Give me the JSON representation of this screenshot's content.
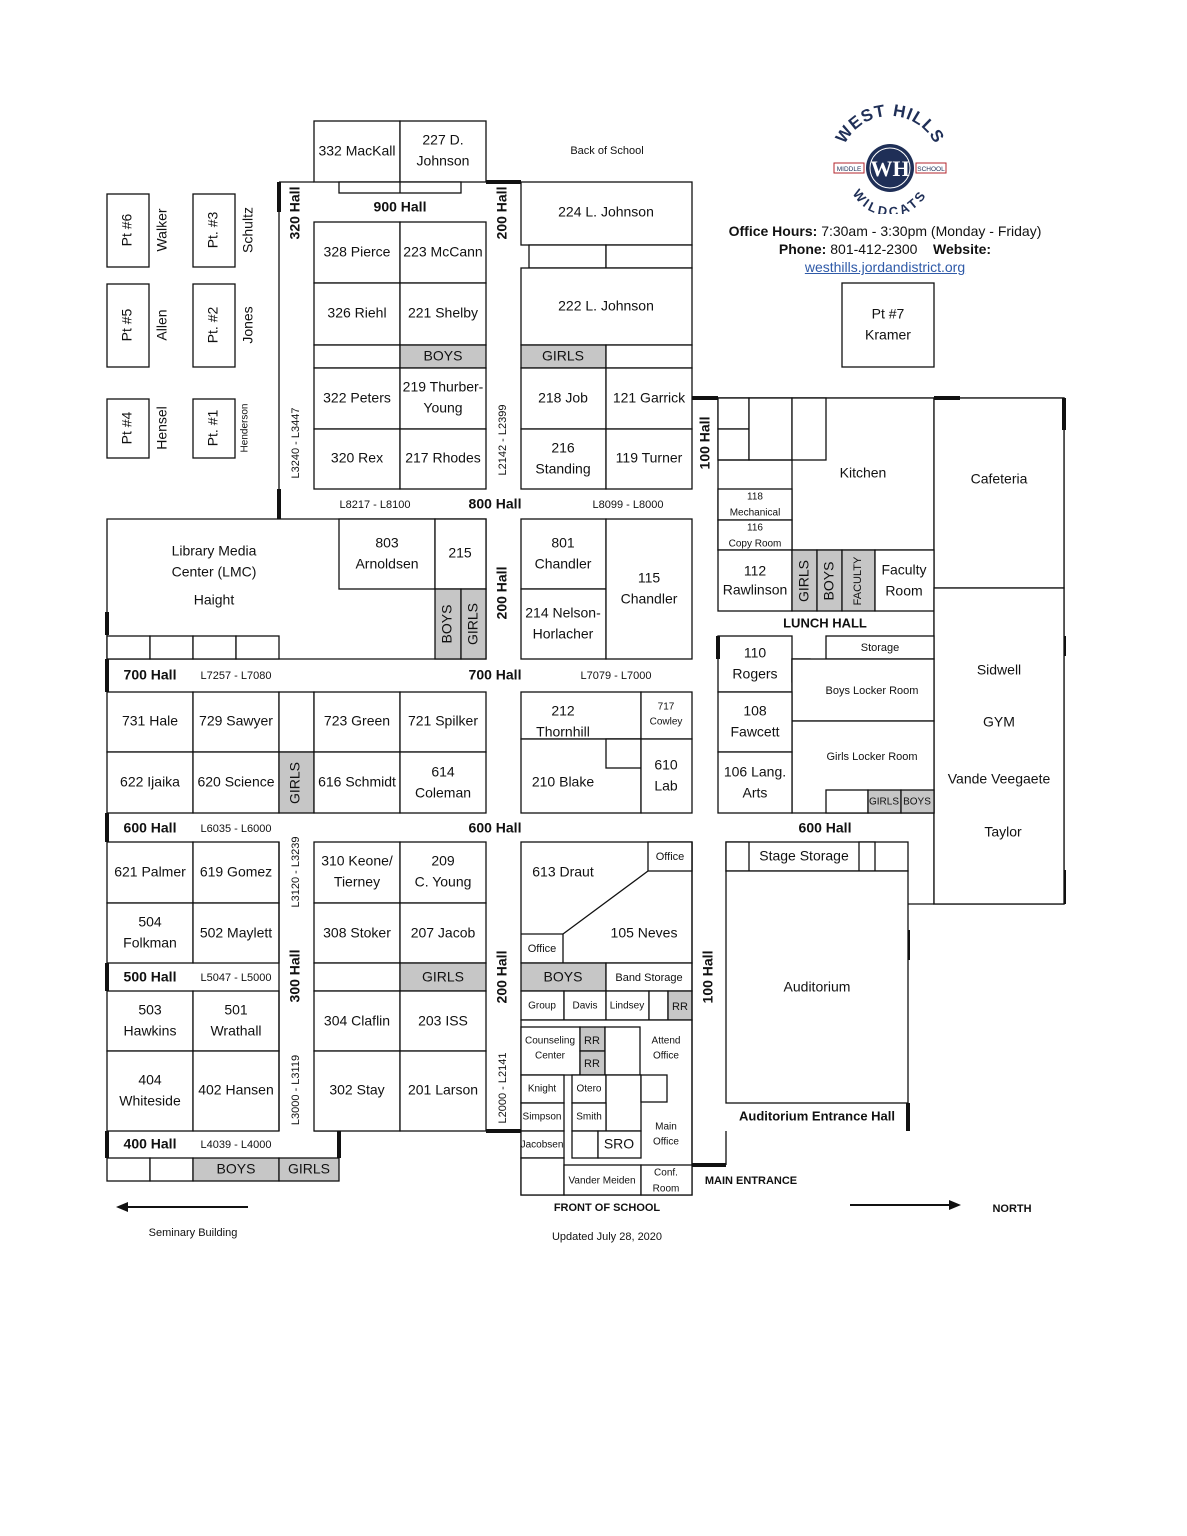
{
  "school": {
    "logo_text_top": "WEST HILLS",
    "logo_text_bottom": "WILDCATS",
    "logo_left": "MIDDLE",
    "logo_right": "SCHOOL",
    "logo_monogram": "WH",
    "colors": {
      "navy": "#1f2f57",
      "red": "#b3262e",
      "gray_room": "#c6c6c6"
    }
  },
  "info": {
    "hours_label": "Office Hours:",
    "hours_value": "7:30am - 3:30pm (Monday - Friday)",
    "phone_label": "Phone:",
    "phone_value": "801-412-2300",
    "website_label": "Website:",
    "website_url": "westhills.jordandistrict.org"
  },
  "labels": {
    "back_of_school": "Back of School",
    "front_of_school": "FRONT OF SCHOOL",
    "main_entrance": "MAIN ENTRANCE",
    "north": "NORTH",
    "seminary": "Seminary Building",
    "updated": "Updated July 28, 2020"
  },
  "halls": {
    "h900": "900 Hall",
    "h800": "800 Hall",
    "h700a": "700 Hall",
    "h700b": "700 Hall",
    "h600a": "600 Hall",
    "h600b": "600 Hall",
    "h600c": "600 Hall",
    "h500": "500 Hall",
    "h400": "400 Hall",
    "h320": "320 Hall",
    "h300": "300 Hall",
    "h200a": "200 Hall",
    "h200b": "200 Hall",
    "h200c": "200 Hall",
    "h100a": "100 Hall",
    "h100b": "100 Hall",
    "lunch": "LUNCH HALL",
    "aud_entrance": "Auditorium Entrance Hall"
  },
  "ranges": {
    "r1": "L8217 - L8100",
    "r2": "L8099 - L8000",
    "r3": "L7257 - L7080",
    "r4": "L7079 - L7000",
    "r5": "L6035 - L6000",
    "r6": "L5047 - L5000",
    "r7": "L4039 - L4000",
    "v1": "L3240 - L3447",
    "v2": "L2142 - L2399",
    "v3": "L3120 - L3239",
    "v4": "L3000 - L3119",
    "v5": "L2000 - L2141"
  },
  "portables": {
    "pt6": "Pt #6",
    "walker": "Walker",
    "pt3": "Pt. #3",
    "schultz": "Schultz",
    "pt5": "Pt #5",
    "allen": "Allen",
    "pt2": "Pt. #2",
    "jones": "Jones",
    "pt4": "Pt #4",
    "hensel": "Hensel",
    "pt1": "Pt. #1",
    "henderson": "Henderson",
    "pt7a": "Pt #7",
    "pt7b": "Kramer"
  },
  "rooms": {
    "r332": "332 MacKall",
    "r227a": "227 D.",
    "r227b": "Johnson",
    "r328": "328 Pierce",
    "r223": "223 McCann",
    "r326": "326 Riehl",
    "r221": "221 Shelby",
    "r322": "322 Peters",
    "r219a": "219 Thurber-",
    "r219b": "Young",
    "r320": "320 Rex",
    "r217": "217 Rhodes",
    "r224": "224   L. Johnson",
    "r222": "222   L. Johnson",
    "r218": "218 Job",
    "r121": "121 Garrick",
    "r216a": "216",
    "r216b": "Standing",
    "r119": "119 Turner",
    "lmc1": "Library Media",
    "lmc2": "Center (LMC)",
    "lmc3": "Haight",
    "r803a": "803",
    "r803b": "Arnoldsen",
    "r215": "215",
    "r801a": "801",
    "r801b": "Chandler",
    "r115a": "115",
    "r115b": "Chandler",
    "r214a": "214 Nelson-",
    "r214b": "Horlacher",
    "r118a": "118",
    "r118b": "Mechanical",
    "r116a": "116",
    "r116b": "Copy Room",
    "kitchen": "Kitchen",
    "cafeteria": "Cafeteria",
    "r112a": "112",
    "r112b": "Rawlinson",
    "faculty": "FACULTY",
    "fr1": "Faculty",
    "fr2": "Room",
    "r110a": "110",
    "r110b": "Rogers",
    "storage": "Storage",
    "boys_locker": "Boys Locker Room",
    "girls_locker": "Girls Locker Room",
    "r108a": "108",
    "r108b": "Fawcett",
    "r106a": "106 Lang.",
    "r106b": "Arts",
    "sidwell": "Sidwell",
    "gym": "GYM",
    "vande": "Vande Veegaete",
    "taylor": "Taylor",
    "r731": "731 Hale",
    "r729": "729 Sawyer",
    "r723": "723 Green",
    "r721": "721 Spilker",
    "r212a": "212",
    "r212b": "Thornhill",
    "r717a": "717",
    "r717b": "Cowley",
    "r622": "622 Ijaika",
    "r620": "620 Science",
    "r616": "616 Schmidt",
    "r614a": "614",
    "r614b": "Coleman",
    "r210": "210 Blake",
    "r610a": "610",
    "r610b": "Lab",
    "r621": "621 Palmer",
    "r619": "619 Gomez",
    "r310a": "310 Keone/",
    "r310b": "Tierney",
    "r209a": "209",
    "r209b": "C. Young",
    "r613": "613 Draut",
    "office1": "Office",
    "office2": "Office",
    "r105": "105 Neves",
    "stage": "Stage Storage",
    "auditorium": "Auditorium",
    "r504a": "504",
    "r504b": "Folkman",
    "r502": "502 Maylett",
    "r308": "308 Stoker",
    "r207": "207 Jacob",
    "r503a": "503",
    "r503b": "Hawkins",
    "r501a": "501",
    "r501b": "Wrathall",
    "r304": "304 Claflin",
    "r203": "203 ISS",
    "band": "Band Storage",
    "group": "Group",
    "davis": "Davis",
    "lindsey": "Lindsey",
    "couns1": "Counseling",
    "couns2": "Center",
    "attend1": "Attend",
    "attend2": "Office",
    "r404a": "404",
    "r404b": "Whiteside",
    "r402": "402 Hansen",
    "r302": "302 Stay",
    "r201": "201 Larson",
    "knight": "Knight",
    "otero": "Otero",
    "simpson": "Simpson",
    "smith": "Smith",
    "jacobsen": "Jacobsen",
    "sro": "SRO",
    "main1": "Main",
    "main2": "Office",
    "vander": "Vander Meiden",
    "conf1": "Conf.",
    "conf2": "Room"
  },
  "restrooms": {
    "boys": "BOYS",
    "girls": "GIRLS",
    "rr": "RR"
  }
}
